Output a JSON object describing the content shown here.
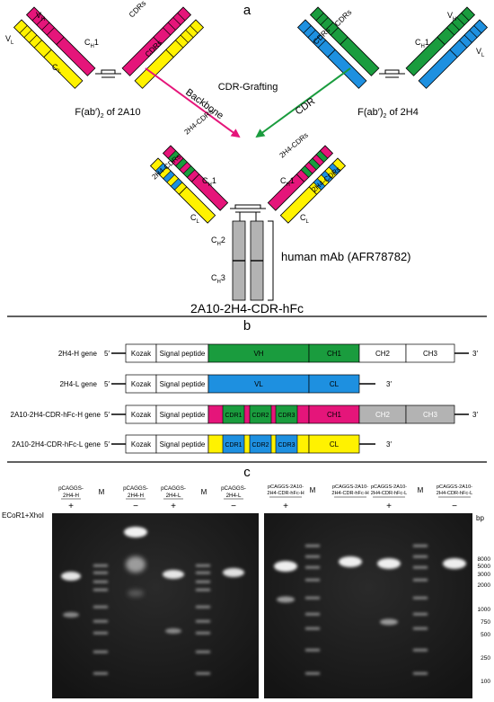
{
  "panel_a": {
    "label": "a",
    "vh": "V",
    "vh_sub": "H",
    "vl": "V",
    "vl_sub": "L",
    "ch1": "C",
    "ch1_sub": "H",
    "ch1_num": "1",
    "cl": "C",
    "cl_sub": "L",
    "cdrs": "CDRs",
    "frag_2a10_pre": "F(ab′)",
    "frag_2a10_sub": "2",
    "frag_2a10_post": " of 2A10",
    "frag_2h4_pre": "F(ab′)",
    "frag_2h4_sub": "2",
    "frag_2h4_post": " of 2H4",
    "cdr_grafting": "CDR-Grafting",
    "backbone": "Backbone",
    "cdr": "CDR",
    "h4cdrs": "2H4-CDRs",
    "ch2": "C",
    "ch2_sub": "H",
    "ch2_num": "2",
    "ch3": "C",
    "ch3_sub": "H",
    "ch3_num": "3",
    "human_mab": "human mAb (AFR78782)",
    "construct": "2A10-2H4-CDR-hFc"
  },
  "panel_b": {
    "label": "b",
    "five": "5′",
    "three": "3′",
    "kozak": "Kozak",
    "signal": "Signal peptide",
    "rows": [
      {
        "name": "2H4-H gene",
        "vh": "VH",
        "ch1": "CH1",
        "ch2": "CH2",
        "ch3": "CH3"
      },
      {
        "name": "2H4-L gene",
        "vl": "VL",
        "cl": "CL"
      },
      {
        "name": "2A10-2H4-CDR-hFc-H gene",
        "cdr1": "CDR1",
        "cdr2": "CDR2",
        "cdr3": "CDR3",
        "ch1": "CH1",
        "ch2": "CH2",
        "ch3": "CH3"
      },
      {
        "name": "2A10-2H4-CDR-hFc-L gene",
        "cdr1": "CDR1",
        "cdr2": "CDR2",
        "cdr3": "CDR3",
        "cl": "CL"
      }
    ]
  },
  "panel_c": {
    "label": "c",
    "enzyme": "ECoR1+XhoI",
    "bp": "bp",
    "M": "M",
    "lanes": [
      {
        "top": "pCAGGS-",
        "bottom": "2H4-H",
        "sign": "+"
      },
      {
        "top": "pCAGGS-",
        "bottom": "2H4-H",
        "sign": "−"
      },
      {
        "top": "pCAGGS-",
        "bottom": "2H4-L",
        "sign": "+"
      },
      {
        "top": "pCAGGS-",
        "bottom": "2H4-L",
        "sign": "−"
      },
      {
        "top": "pCAGGS-2A10-",
        "bottom": "2H4-CDR-hFc-H",
        "sign": "+"
      },
      {
        "top": "pCAGGS-2A10-",
        "bottom": "2H4-CDR-hFc-H",
        "sign": ""
      },
      {
        "top": "pCAGGS-2A10-",
        "bottom": "2H4-CDR-hFc-L",
        "sign": "+"
      },
      {
        "top": "pCAGGS-2A10-",
        "bottom": "2H4-CDR-hFc-L",
        "sign": "−"
      }
    ],
    "ladder": [
      "8000",
      "5000",
      "3000",
      "2000",
      "1000",
      "750",
      "500",
      "250",
      "100"
    ]
  },
  "colors": {
    "heavy_2a10": "#e5157a",
    "light_2a10": "#fff200",
    "heavy_2h4": "#1a9c3e",
    "light_2h4": "#1e90e0",
    "constant": "#b3b3b3",
    "gel": "#1c1c1c"
  }
}
